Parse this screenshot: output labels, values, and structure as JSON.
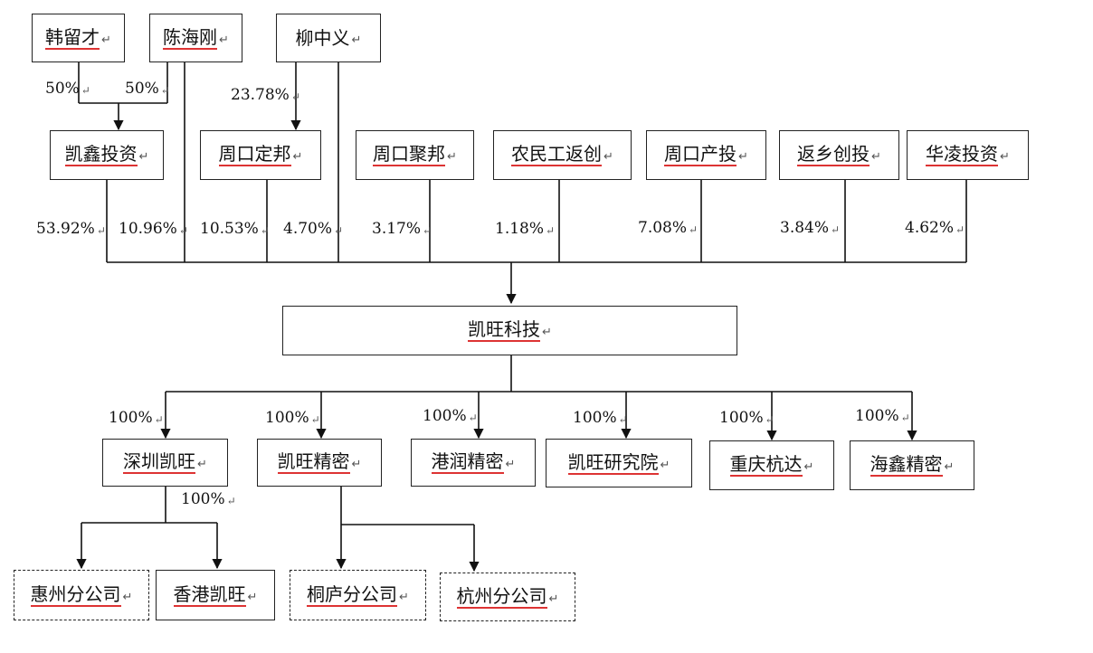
{
  "nodes": {
    "han": "韩留才",
    "chen": "陈海刚",
    "liu": "柳中义",
    "kaixin": "凯鑫投资",
    "zkdb": "周口定邦",
    "zkjb": "周口聚邦",
    "nmg": "农民工返创",
    "zkct": "周口产投",
    "fxct": "返乡创投",
    "hltz": "华凌投资",
    "kwkj": "凯旺科技",
    "szkw": "深圳凯旺",
    "kwjm": "凯旺精密",
    "grjm": "港润精密",
    "kwyjy": "凯旺研究院",
    "cqhd": "重庆杭达",
    "hxjm": "海鑫精密",
    "hzfgs": "惠州分公司",
    "xgkw": "香港凯旺",
    "tlfgs": "桐庐分公司",
    "hangzfgs": "杭州分公司"
  },
  "percents": {
    "han_kaixin": "50%",
    "chen_kaixin": "50%",
    "liu_zkdb": "23.78%",
    "kaixin_kw": "53.92%",
    "chen_kw": "10.96%",
    "zkdb_kw": "10.53%",
    "liu_kw": "4.70%",
    "zkjb_kw": "3.17%",
    "nmg_kw": "1.18%",
    "zkct_kw": "7.08%",
    "fxct_kw": "3.84%",
    "hltz_kw": "4.62%",
    "szkw": "100%",
    "kwjm": "100%",
    "grjm": "100%",
    "kwyjy": "100%",
    "cqhd": "100%",
    "hxjm": "100%",
    "xgkw": "100%"
  },
  "mark": "↵"
}
